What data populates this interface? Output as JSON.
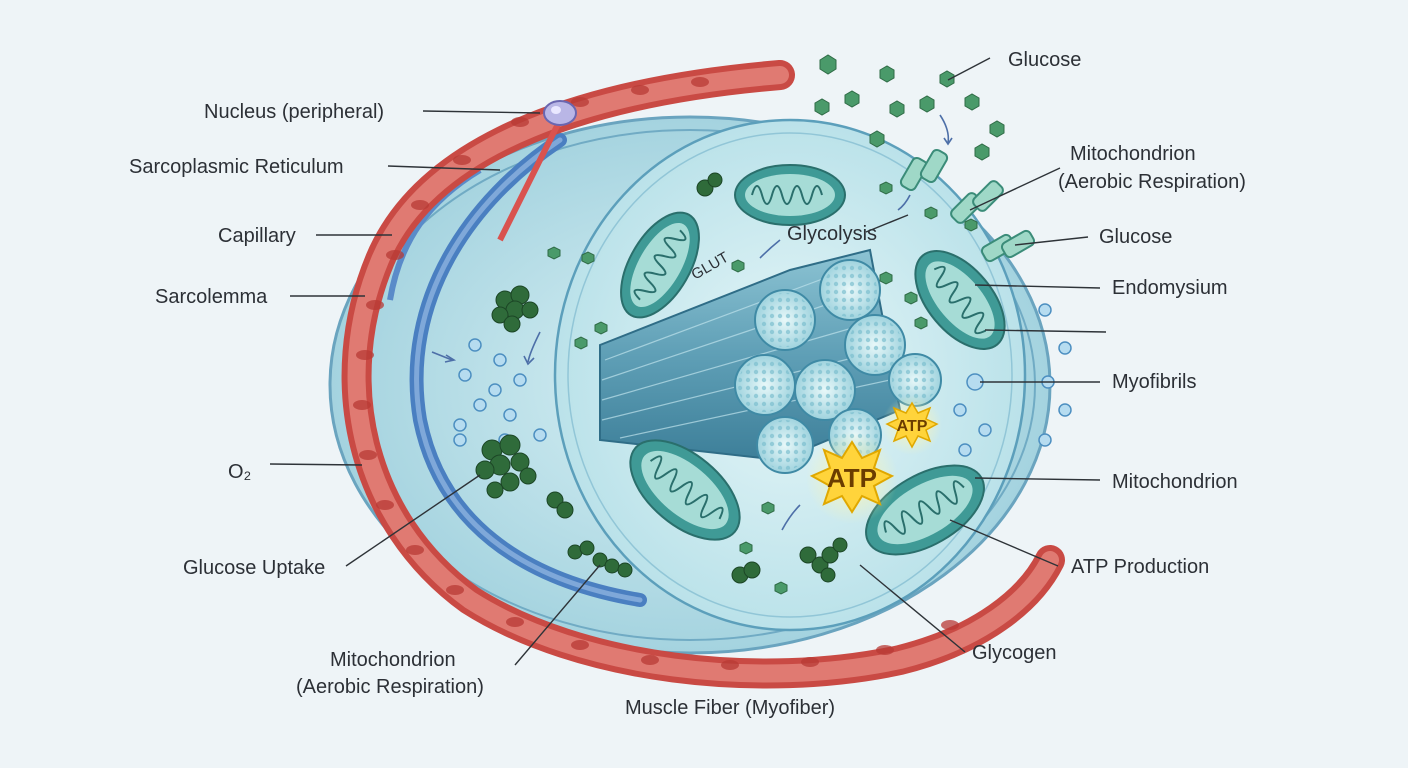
{
  "labels": {
    "nucleus": "Nucleus (peripheral)",
    "sarcoplasmic_reticulum": "Sarcoplasmic Reticulum",
    "capillary": "Capillary",
    "sarcolemma": "Sarcolemma",
    "o2": "O₂",
    "glucose_uptake": "Glucose Uptake",
    "mito_bottom_line1": "Mitochondrion",
    "mito_bottom_line2": "(Aerobic Respiration)",
    "muscle_fiber": "Muscle Fiber (Myofiber)",
    "glucose_top": "Glucose",
    "mito_top_line1": "Mitochondrion",
    "mito_top_line2": "(Aerobic Respiration)",
    "glucose_right": "Glucose",
    "endomysium": "Endomysium",
    "myofibrils": "Myofibrils",
    "mitochondrion_right": "Mitochondrion",
    "atp_production": "ATP Production",
    "glycogen": "Glycogen",
    "glycolysis": "Glycolysis",
    "glut": "GLUT",
    "atp_large": "ATP",
    "atp_small": "ATP"
  },
  "colors": {
    "capillary": "#d9534f",
    "vein": "#4a7fc1",
    "cell_fill": "#bfe3ec",
    "mitochondrion": "#3f9a96",
    "glycogen": "#2f6b3a",
    "glucose": "#4a9a6a",
    "atp": "#ffd43b"
  }
}
